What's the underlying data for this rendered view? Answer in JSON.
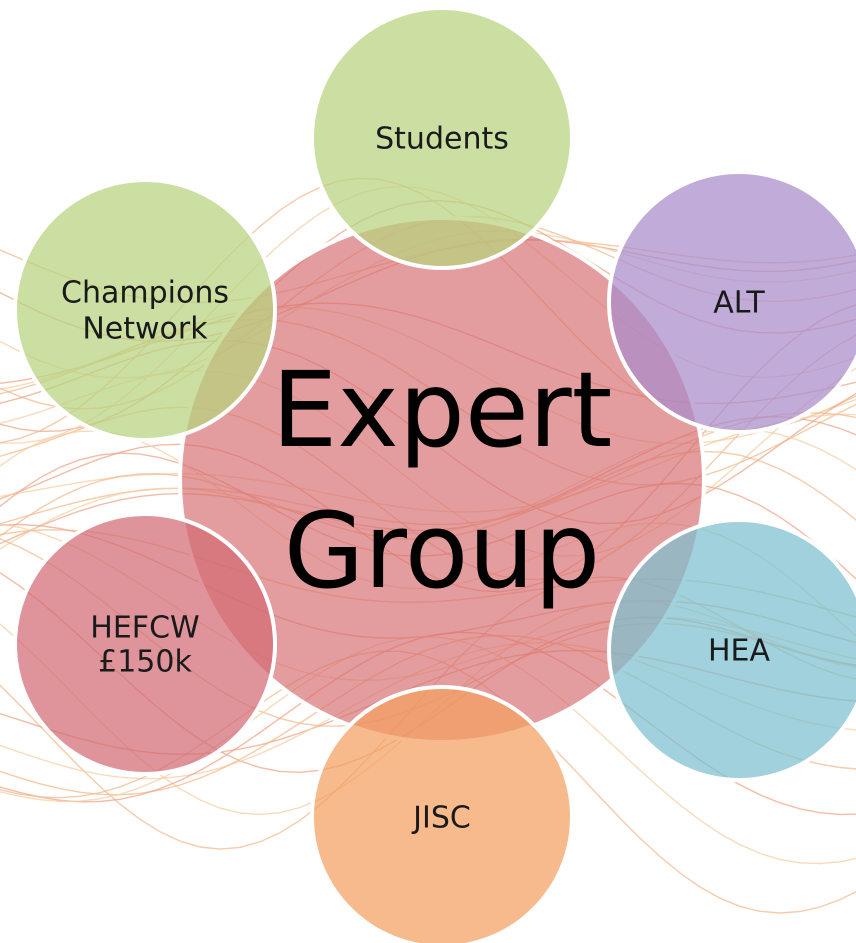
{
  "center": {
    "line1": "Expert",
    "line2": "Group",
    "fill_color": "#d66b6e"
  },
  "satellites": [
    {
      "id": "students",
      "lines": [
        "Students"
      ],
      "fill_color": "#b7d27e"
    },
    {
      "id": "alt",
      "lines": [
        "ALT"
      ],
      "fill_color": "#a98ccb"
    },
    {
      "id": "hea",
      "lines": [
        "HEA"
      ],
      "fill_color": "#7cbfcf"
    },
    {
      "id": "jisc",
      "lines": [
        "JISC"
      ],
      "fill_color": "#f2a061"
    },
    {
      "id": "hefcw",
      "lines": [
        "HEFCW",
        "£150k"
      ],
      "fill_color": "#d16b73"
    },
    {
      "id": "champions",
      "lines": [
        "Champions",
        "Network"
      ],
      "fill_color": "#b7d27e"
    }
  ],
  "background": {
    "wave_colors": [
      "#f3b98e",
      "#efa689",
      "#f6cfa5"
    ]
  }
}
